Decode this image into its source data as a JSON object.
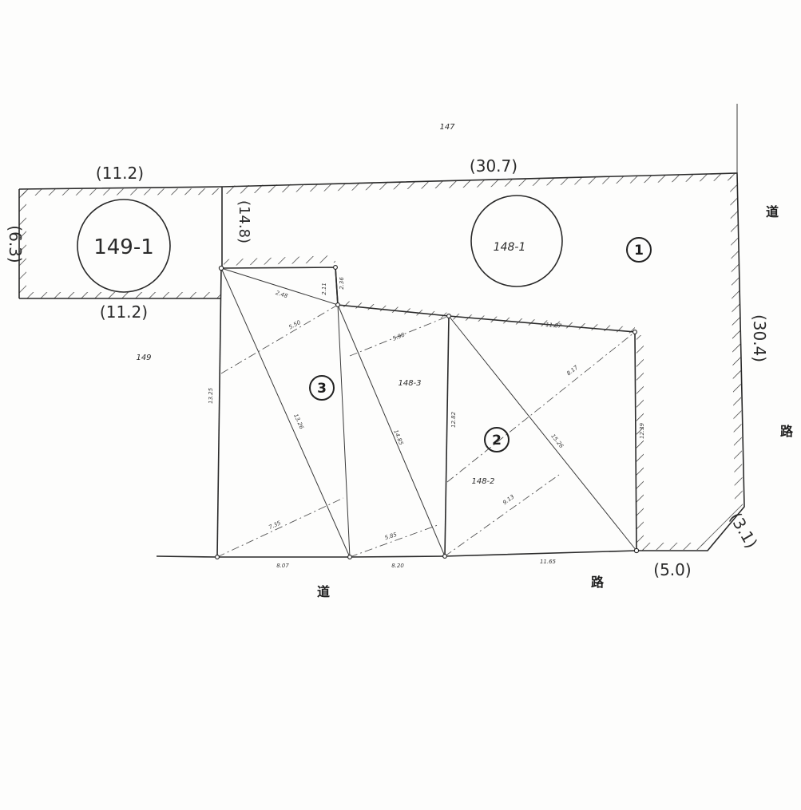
{
  "parcels": {
    "p147": "147",
    "p149": "149",
    "p149_1": "149-1",
    "p148_1": "148-1",
    "p148_2": "148-2",
    "p148_3": "148-3"
  },
  "markers": {
    "m1": "1",
    "m2": "2",
    "m3": "3"
  },
  "road": {
    "bottom_left": "道",
    "bottom_right": "路",
    "right_top": "道",
    "right_mid": "路"
  },
  "outer_dims": {
    "top_main": "(30.7)",
    "top_left": "(11.2)",
    "bottom_left": "(11.2)",
    "left_side": "(6.3)",
    "inner_left": "(14.8)",
    "right_side": "(30.4)",
    "corner_cut": "(3.1)",
    "corner_bottom": "(5.0)"
  },
  "measurements": {
    "m_248": "2.48",
    "m_211": "2.11",
    "m_236": "2.36",
    "m_550": "5.50",
    "m_598": "5.98",
    "m_1187": "11.87",
    "m_817": "8.17",
    "m_1325": "13.25",
    "m_1326": "13.26",
    "m_1485": "14.85",
    "m_1282": "12.82",
    "m_1239": "12.39",
    "m_1526": "15.26",
    "m_913": "9.13",
    "m_735": "7.35",
    "m_585": "5.85",
    "m_807": "8.07",
    "m_820": "8.20",
    "m_1165": "11.65"
  }
}
